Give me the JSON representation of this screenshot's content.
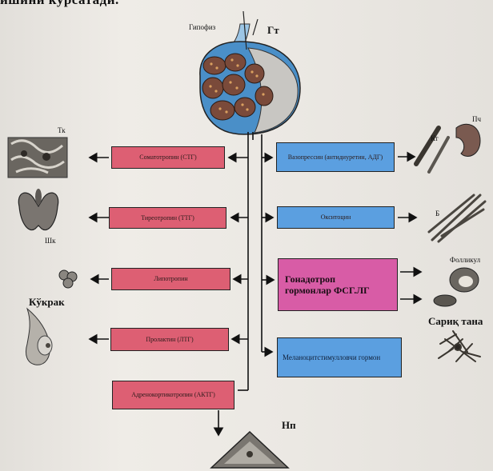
{
  "caption_fragment": "ишини курсатади.",
  "labels": {
    "gipofiz": "Гипофиз",
    "gt": "Гт",
    "tk": "Тк",
    "shk": "Шк",
    "kukrak": "Кўкрак",
    "kt": "Кт",
    "pch": "Пч",
    "b": "Б",
    "follikul": "Фолликул",
    "sarik_tana": "Сариқ тана",
    "np": "Нп"
  },
  "left_boxes": [
    {
      "text": "Соматотропин (СТГ)",
      "color": "#dd5f73"
    },
    {
      "text": "Тиреотропин (ТТГ)",
      "color": "#dd5f73"
    },
    {
      "text": "Липотропин",
      "color": "#dd5f73"
    },
    {
      "text": "Пролактин (ЛТГ)",
      "color": "#dd5f73"
    },
    {
      "text": "Адренокортикотропин (АКТГ)",
      "color": "#dd5f73"
    }
  ],
  "right_boxes": [
    {
      "text": "Вазопрессин (антидиуретин, АДГ)",
      "color": "#5b9fe0"
    },
    {
      "text": "Окситоцин",
      "color": "#5b9fe0"
    },
    {
      "text": "Гонадотроп гормонлар ФСГ.ЛГ",
      "color": "#d85ca6"
    },
    {
      "text": "Меланоцитстимулловчи гормон",
      "color": "#5b9fe0"
    }
  ]
}
